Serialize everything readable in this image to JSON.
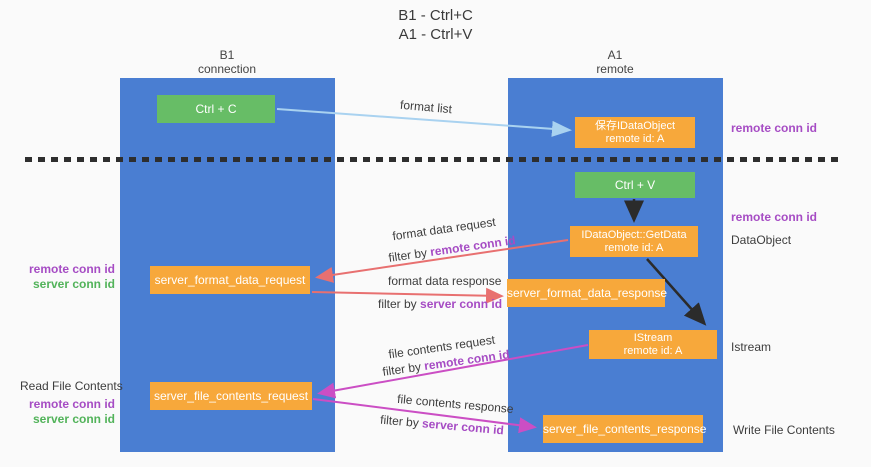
{
  "title": {
    "line1": "B1 - Ctrl+C",
    "line2": "A1 - Ctrl+V"
  },
  "columns": {
    "left": {
      "name": "B1",
      "subtitle": "connection"
    },
    "right": {
      "name": "A1",
      "subtitle": "remote"
    }
  },
  "nodes": {
    "ctrl_c": {
      "label": "Ctrl + C"
    },
    "save_dataobject": {
      "line1": "保存IDataObject",
      "line2": "remote id: A"
    },
    "ctrl_v": {
      "label": "Ctrl + V"
    },
    "getdata": {
      "line1": "IDataObject::GetData",
      "line2": "remote id: A"
    },
    "server_format_data_request": {
      "label": "server_format_data_request"
    },
    "server_format_data_response": {
      "label": "server_format_data_response"
    },
    "istream": {
      "line1": "IStream",
      "line2": "remote id: A"
    },
    "server_file_contents_request": {
      "label": "server_file_contents_request"
    },
    "server_file_contents_response": {
      "label": "server_file_contents_response"
    }
  },
  "flows": {
    "format_list": {
      "label": "format list"
    },
    "format_data_request": {
      "label": "format data request",
      "filter_prefix": "filter by",
      "filter_key": "remote conn id"
    },
    "format_data_response": {
      "label": "format data response",
      "filter_prefix": "filter by",
      "filter_key": "server conn id"
    },
    "file_contents_request": {
      "label": "file contents request",
      "filter_prefix": "filter by",
      "filter_key": "remote conn id"
    },
    "file_contents_response": {
      "label": "file contents response",
      "filter_prefix": "filter by",
      "filter_key": "server conn id"
    }
  },
  "right_labels": {
    "top_remote_conn_id": "remote conn id",
    "mid_remote_conn_id": "remote conn id",
    "dataobject": "DataObject",
    "istream": "Istream",
    "write_file_contents": "Write File Contents"
  },
  "left_labels": {
    "group1": {
      "remote": "remote conn id",
      "server": "server conn id"
    },
    "group2": {
      "title": "Read File Contents",
      "remote": "remote conn id",
      "server": "server conn id"
    }
  },
  "colors": {
    "column_blue": "#4a7ed2",
    "box_green": "#67bd66",
    "box_orange": "#f7a83b",
    "arrow_lightblue": "#a9d2f0",
    "arrow_red": "#e87070",
    "arrow_magenta": "#cb4ec4",
    "arrow_black": "#2b2b2b",
    "label_purple": "#a64cc4",
    "label_green": "#52b35a"
  }
}
